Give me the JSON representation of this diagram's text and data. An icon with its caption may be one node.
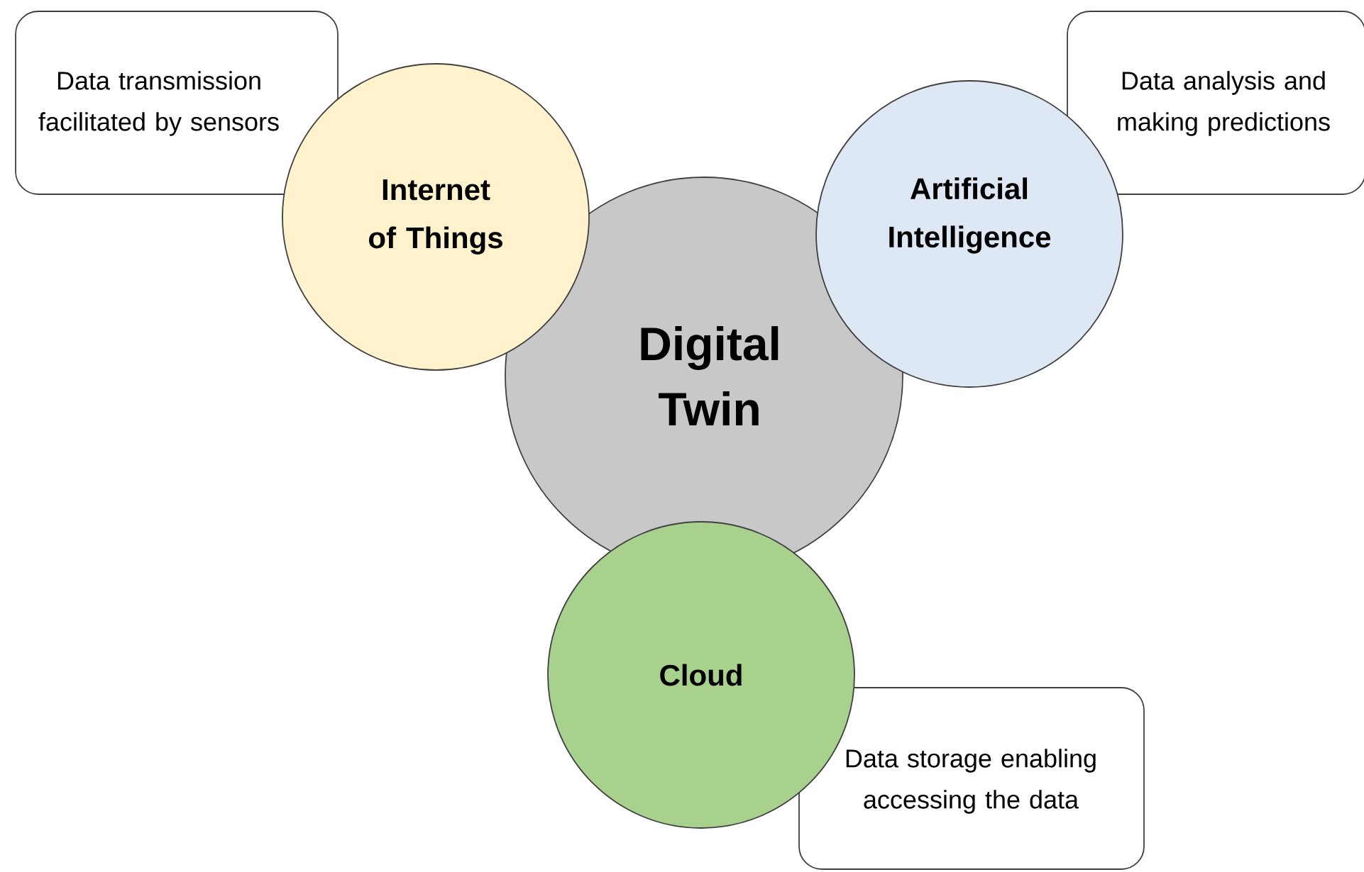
{
  "diagram": {
    "nodes": [
      {
        "text": [
          "Data transmission facilitated by sensors"
        ]
      },
      {
        "text": [
          "Internet of Things"
        ]
      },
      {
        "text": [
          "Artificial Intelligence"
        ]
      },
      {
        "text": [
          "Data analysis and making predictions"
        ]
      },
      {
        "text": [
          "Digital Twin"
        ]
      },
      {
        "text": [
          "Cloud"
        ]
      },
      {
        "text": [
          "Data storage enabling accessing the data"
        ]
      }
    ]
  }
}
